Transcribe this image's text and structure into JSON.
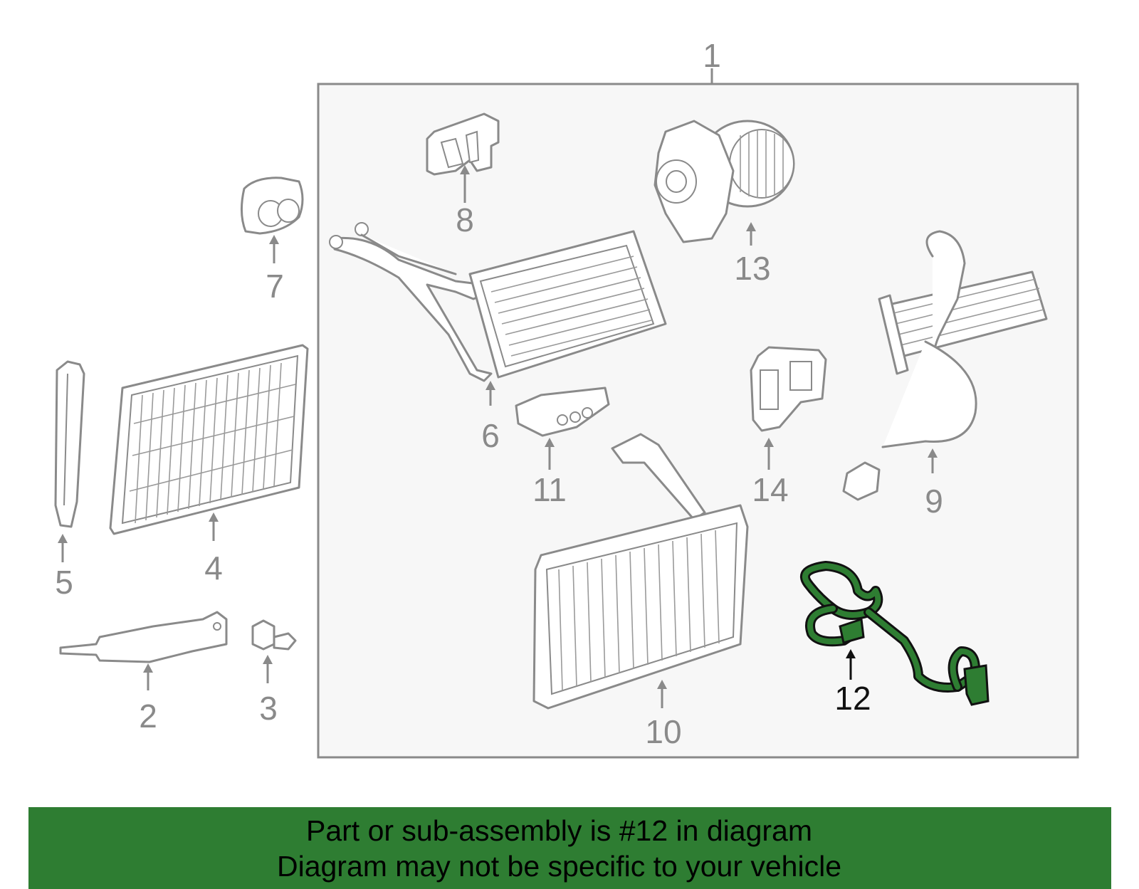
{
  "callouts": {
    "c1": "1",
    "c2": "2",
    "c3": "3",
    "c4": "4",
    "c5": "5",
    "c6": "6",
    "c7": "7",
    "c8": "8",
    "c9": "9",
    "c10": "10",
    "c11": "11",
    "c12": "12",
    "c13": "13",
    "c14": "14"
  },
  "highlight": {
    "part": "12",
    "color": "#2e7d32"
  },
  "banner": {
    "line1": "Part or sub-assembly is #12 in diagram",
    "line2": "Diagram may not be specific to your vehicle",
    "background": "#2e7d32"
  }
}
